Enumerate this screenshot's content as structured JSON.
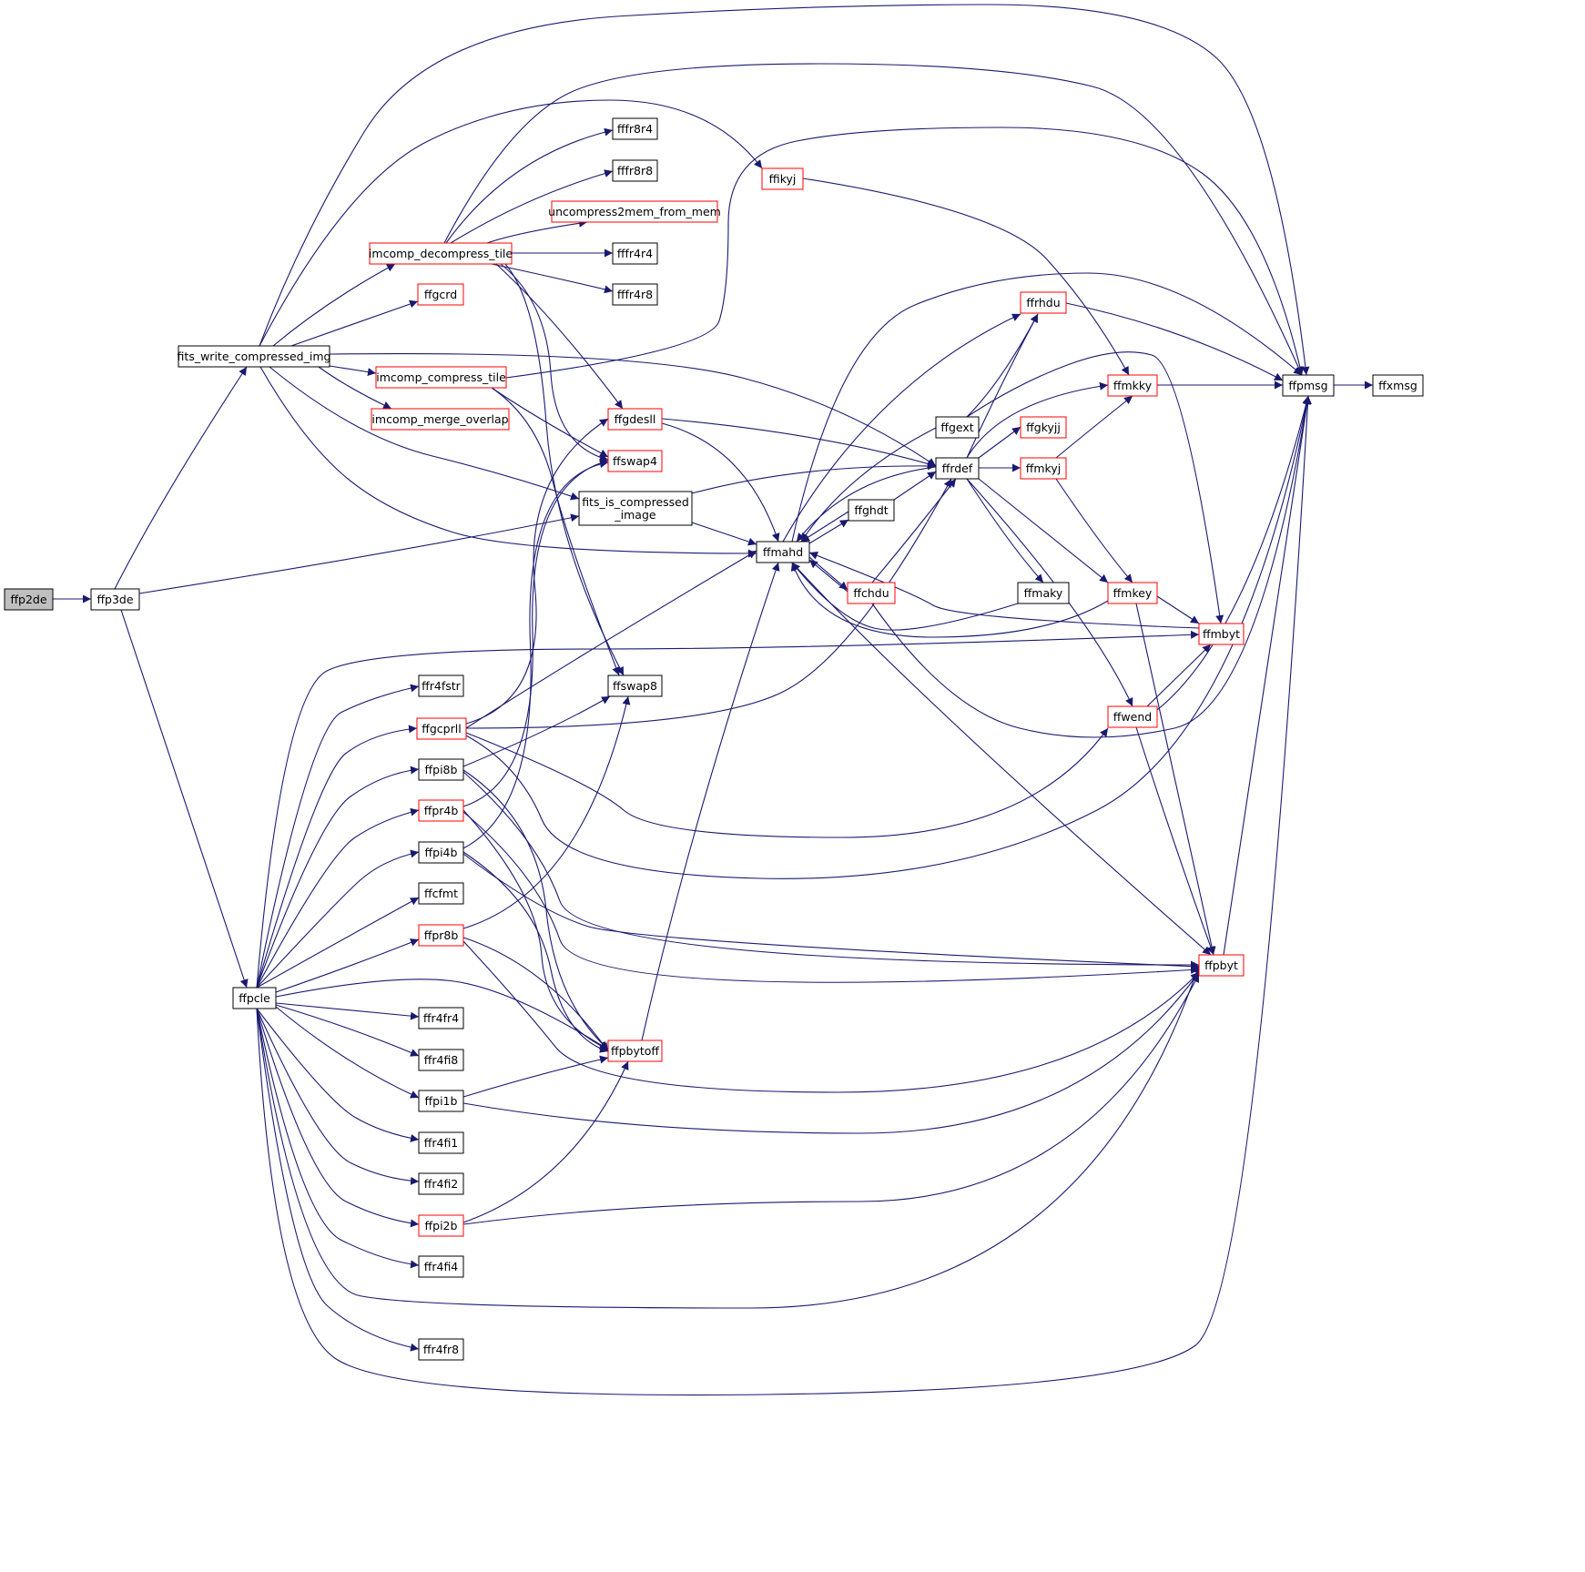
{
  "colors": {
    "edge": "#191970",
    "root_fill": "#bfbfbf",
    "node_fill": "#ffffff",
    "border_plain": "#000000",
    "border_truncated": "#ff0000"
  },
  "nodes": [
    {
      "id": "ffp2de",
      "label": "ffp2de",
      "kind": "root"
    },
    {
      "id": "ffp3de",
      "label": "ffp3de",
      "kind": "plain"
    },
    {
      "id": "fits_write_compressed_img",
      "label": "fits_write_compressed_img",
      "kind": "plain"
    },
    {
      "id": "ffpcle",
      "label": "ffpcle",
      "kind": "plain"
    },
    {
      "id": "imcomp_decompress_tile",
      "label": "imcomp_decompress_tile",
      "kind": "truncated"
    },
    {
      "id": "ffgcrd",
      "label": "ffgcrd",
      "kind": "truncated"
    },
    {
      "id": "imcomp_compress_tile",
      "label": "imcomp_compress_tile",
      "kind": "truncated"
    },
    {
      "id": "imcomp_merge_overlap",
      "label": "imcomp_merge_overlap",
      "kind": "truncated"
    },
    {
      "id": "fffr8r4",
      "label": "fffr8r4",
      "kind": "plain"
    },
    {
      "id": "fffr8r8",
      "label": "fffr8r8",
      "kind": "plain"
    },
    {
      "id": "uncompress2mem_from_mem",
      "label": "uncompress2mem_from_mem",
      "kind": "truncated"
    },
    {
      "id": "fffr4r4",
      "label": "fffr4r4",
      "kind": "plain"
    },
    {
      "id": "fffr4r8",
      "label": "fffr4r8",
      "kind": "plain"
    },
    {
      "id": "ffgdesll",
      "label": "ffgdesll",
      "kind": "truncated"
    },
    {
      "id": "ffswap4",
      "label": "ffswap4",
      "kind": "truncated"
    },
    {
      "id": "fits_is_compressed_image",
      "label": "fits_is_compressed\n_image",
      "kind": "plain"
    },
    {
      "id": "ffswap8",
      "label": "ffswap8",
      "kind": "plain"
    },
    {
      "id": "ffikyj",
      "label": "ffikyj",
      "kind": "truncated"
    },
    {
      "id": "ffr4fstr",
      "label": "ffr4fstr",
      "kind": "plain"
    },
    {
      "id": "ffgcprll",
      "label": "ffgcprll",
      "kind": "truncated"
    },
    {
      "id": "ffpi8b",
      "label": "ffpi8b",
      "kind": "plain"
    },
    {
      "id": "ffpr4b",
      "label": "ffpr4b",
      "kind": "truncated"
    },
    {
      "id": "ffpi4b",
      "label": "ffpi4b",
      "kind": "plain"
    },
    {
      "id": "ffcfmt",
      "label": "ffcfmt",
      "kind": "plain"
    },
    {
      "id": "ffpr8b",
      "label": "ffpr8b",
      "kind": "truncated"
    },
    {
      "id": "ffr4fr4",
      "label": "ffr4fr4",
      "kind": "plain"
    },
    {
      "id": "ffr4fi8",
      "label": "ffr4fi8",
      "kind": "plain"
    },
    {
      "id": "ffpi1b",
      "label": "ffpi1b",
      "kind": "plain"
    },
    {
      "id": "ffr4fi1",
      "label": "ffr4fi1",
      "kind": "plain"
    },
    {
      "id": "ffr4fi2",
      "label": "ffr4fi2",
      "kind": "plain"
    },
    {
      "id": "ffpi2b",
      "label": "ffpi2b",
      "kind": "truncated"
    },
    {
      "id": "ffr4fi4",
      "label": "ffr4fi4",
      "kind": "plain"
    },
    {
      "id": "ffr4fr8",
      "label": "ffr4fr8",
      "kind": "plain"
    },
    {
      "id": "ffpbytoff",
      "label": "ffpbytoff",
      "kind": "truncated"
    },
    {
      "id": "ffmahd",
      "label": "ffmahd",
      "kind": "plain"
    },
    {
      "id": "ffrhdu",
      "label": "ffrhdu",
      "kind": "truncated"
    },
    {
      "id": "ffgext",
      "label": "ffgext",
      "kind": "plain"
    },
    {
      "id": "ffrdef",
      "label": "ffrdef",
      "kind": "plain"
    },
    {
      "id": "ffghdt",
      "label": "ffghdt",
      "kind": "plain"
    },
    {
      "id": "ffchdu",
      "label": "ffchdu",
      "kind": "truncated"
    },
    {
      "id": "ffmaky",
      "label": "ffmaky",
      "kind": "plain"
    },
    {
      "id": "ffmkky",
      "label": "ffmkky",
      "kind": "truncated"
    },
    {
      "id": "ffgkyjj",
      "label": "ffgkyjj",
      "kind": "truncated"
    },
    {
      "id": "ffmkyj",
      "label": "ffmkyj",
      "kind": "truncated"
    },
    {
      "id": "ffmkey",
      "label": "ffmkey",
      "kind": "truncated"
    },
    {
      "id": "ffmbyt",
      "label": "ffmbyt",
      "kind": "truncated"
    },
    {
      "id": "ffwend",
      "label": "ffwend",
      "kind": "truncated"
    },
    {
      "id": "ffpbyt",
      "label": "ffpbyt",
      "kind": "truncated"
    },
    {
      "id": "ffpmsg",
      "label": "ffpmsg",
      "kind": "plain"
    },
    {
      "id": "ffxmsg",
      "label": "ffxmsg",
      "kind": "plain"
    }
  ],
  "edges": [
    [
      "ffp2de",
      "ffp3de"
    ],
    [
      "ffp3de",
      "fits_write_compressed_img"
    ],
    [
      "ffp3de",
      "fits_is_compressed_image"
    ],
    [
      "ffp3de",
      "ffpcle"
    ],
    [
      "fits_write_compressed_img",
      "imcomp_decompress_tile"
    ],
    [
      "fits_write_compressed_img",
      "ffgcrd"
    ],
    [
      "fits_write_compressed_img",
      "imcomp_compress_tile"
    ],
    [
      "fits_write_compressed_img",
      "imcomp_merge_overlap"
    ],
    [
      "fits_write_compressed_img",
      "fits_is_compressed_image"
    ],
    [
      "fits_write_compressed_img",
      "ffmahd"
    ],
    [
      "fits_write_compressed_img",
      "ffrdef"
    ],
    [
      "fits_write_compressed_img",
      "ffikyj"
    ],
    [
      "fits_write_compressed_img",
      "ffpmsg"
    ],
    [
      "imcomp_decompress_tile",
      "fffr8r4"
    ],
    [
      "imcomp_decompress_tile",
      "fffr8r8"
    ],
    [
      "imcomp_decompress_tile",
      "uncompress2mem_from_mem"
    ],
    [
      "imcomp_decompress_tile",
      "fffr4r4"
    ],
    [
      "imcomp_decompress_tile",
      "fffr4r8"
    ],
    [
      "imcomp_decompress_tile",
      "ffgdesll"
    ],
    [
      "imcomp_decompress_tile",
      "ffswap4"
    ],
    [
      "imcomp_decompress_tile",
      "ffswap8"
    ],
    [
      "imcomp_decompress_tile",
      "ffpmsg"
    ],
    [
      "imcomp_compress_tile",
      "ffswap4"
    ],
    [
      "imcomp_compress_tile",
      "ffswap8"
    ],
    [
      "imcomp_compress_tile",
      "ffpmsg"
    ],
    [
      "ffgdesll",
      "ffrdef"
    ],
    [
      "ffgdesll",
      "ffmahd"
    ],
    [
      "fits_is_compressed_image",
      "ffrdef"
    ],
    [
      "fits_is_compressed_image",
      "ffmahd"
    ],
    [
      "ffikyj",
      "ffmkky"
    ],
    [
      "ffpcle",
      "ffr4fstr"
    ],
    [
      "ffpcle",
      "ffgcprll"
    ],
    [
      "ffpcle",
      "ffpi8b"
    ],
    [
      "ffpcle",
      "ffpr4b"
    ],
    [
      "ffpcle",
      "ffpi4b"
    ],
    [
      "ffpcle",
      "ffcfmt"
    ],
    [
      "ffpcle",
      "ffpr8b"
    ],
    [
      "ffpcle",
      "ffr4fr4"
    ],
    [
      "ffpcle",
      "ffr4fi8"
    ],
    [
      "ffpcle",
      "ffpi1b"
    ],
    [
      "ffpcle",
      "ffr4fi1"
    ],
    [
      "ffpcle",
      "ffr4fi2"
    ],
    [
      "ffpcle",
      "ffpi2b"
    ],
    [
      "ffpcle",
      "ffr4fi4"
    ],
    [
      "ffpcle",
      "ffr4fr8"
    ],
    [
      "ffpcle",
      "ffpbytoff"
    ],
    [
      "ffpcle",
      "ffmbyt"
    ],
    [
      "ffpcle",
      "ffpbyt"
    ],
    [
      "ffpcle",
      "ffpmsg"
    ],
    [
      "ffgcprll",
      "ffgdesll"
    ],
    [
      "ffgcprll",
      "ffmahd"
    ],
    [
      "ffgcprll",
      "ffrdef"
    ],
    [
      "ffgcprll",
      "ffwend"
    ],
    [
      "ffgcprll",
      "ffpmsg"
    ],
    [
      "ffpi8b",
      "ffswap8"
    ],
    [
      "ffpi8b",
      "ffpbytoff"
    ],
    [
      "ffpi8b",
      "ffpbyt"
    ],
    [
      "ffpr4b",
      "ffswap4"
    ],
    [
      "ffpr4b",
      "ffpbytoff"
    ],
    [
      "ffpr4b",
      "ffpbyt"
    ],
    [
      "ffpi4b",
      "ffswap4"
    ],
    [
      "ffpi4b",
      "ffpbytoff"
    ],
    [
      "ffpi4b",
      "ffpbyt"
    ],
    [
      "ffpr8b",
      "ffswap8"
    ],
    [
      "ffpr8b",
      "ffpbytoff"
    ],
    [
      "ffpr8b",
      "ffpbyt"
    ],
    [
      "ffpi1b",
      "ffpbytoff"
    ],
    [
      "ffpi1b",
      "ffpbyt"
    ],
    [
      "ffpi2b",
      "ffpbytoff"
    ],
    [
      "ffpi2b",
      "ffpbyt"
    ],
    [
      "ffpbytoff",
      "ffmahd"
    ],
    [
      "ffmahd",
      "ffrhdu"
    ],
    [
      "ffmahd",
      "ffghdt"
    ],
    [
      "ffmahd",
      "ffchdu"
    ],
    [
      "ffmahd",
      "ffpbyt"
    ],
    [
      "ffmahd",
      "ffpmsg"
    ],
    [
      "ffgext",
      "ffrhdu"
    ],
    [
      "ffgext",
      "ffmahd"
    ],
    [
      "ffgext",
      "ffmbyt"
    ],
    [
      "ffrdef",
      "ffmahd"
    ],
    [
      "ffrdef",
      "ffrhdu"
    ],
    [
      "ffrdef",
      "ffmkky"
    ],
    [
      "ffrdef",
      "ffgkyjj"
    ],
    [
      "ffrdef",
      "ffmkyj"
    ],
    [
      "ffrdef",
      "ffmaky"
    ],
    [
      "ffrdef",
      "ffmkey"
    ],
    [
      "ffrdef",
      "ffwend"
    ],
    [
      "ffghdt",
      "ffmahd"
    ],
    [
      "ffghdt",
      "ffrdef"
    ],
    [
      "ffchdu",
      "ffmahd"
    ],
    [
      "ffchdu",
      "ffrdef"
    ],
    [
      "ffchdu",
      "ffpmsg"
    ],
    [
      "ffmaky",
      "ffmahd"
    ],
    [
      "ffrhdu",
      "ffpmsg"
    ],
    [
      "ffmkky",
      "ffpmsg"
    ],
    [
      "ffmkyj",
      "ffmkky"
    ],
    [
      "ffmkyj",
      "ffmkey"
    ],
    [
      "ffmkey",
      "ffmahd"
    ],
    [
      "ffmkey",
      "ffmbyt"
    ],
    [
      "ffmkey",
      "ffpbyt"
    ],
    [
      "ffmbyt",
      "ffmahd"
    ],
    [
      "ffwend",
      "ffmbyt"
    ],
    [
      "ffwend",
      "ffpbyt"
    ],
    [
      "ffwend",
      "ffpmsg"
    ],
    [
      "ffpbyt",
      "ffpmsg"
    ],
    [
      "ffpmsg",
      "ffxmsg"
    ]
  ]
}
